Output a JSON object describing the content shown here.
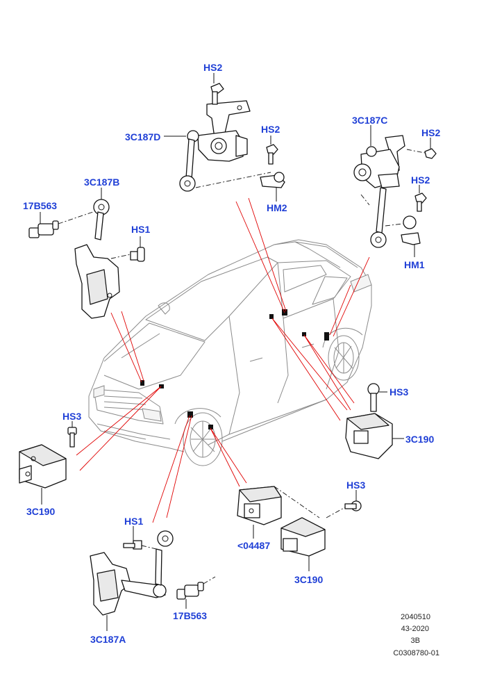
{
  "labels": {
    "hs2_top": "HS2",
    "c187d": "3C187D",
    "hs2_mid": "HS2",
    "hm2": "HM2",
    "c187c": "3C187C",
    "hs2_right": "HS2",
    "hs2_right2": "HS2",
    "hm1": "HM1",
    "c187b": "3C187B",
    "b563_left": "17B563",
    "hs1_left": "HS1",
    "hs3_left": "HS3",
    "c190_left": "3C190",
    "hs3_right": "HS3",
    "c190_right": "3C190",
    "hs3_bottom": "HS3",
    "c04487": "<04487",
    "c190_bottom": "3C190",
    "hs1_bottom": "HS1",
    "b563_bottom": "17B563",
    "c187a": "3C187A"
  },
  "reference": {
    "line1": "2040510",
    "line2": "43-2020",
    "line3": "3B",
    "line4": "C0308780-01"
  },
  "colors": {
    "label": "#1f3fd6",
    "pointer": "#e00000",
    "outline": "#111111",
    "vehicle": "#8a8a8a"
  }
}
